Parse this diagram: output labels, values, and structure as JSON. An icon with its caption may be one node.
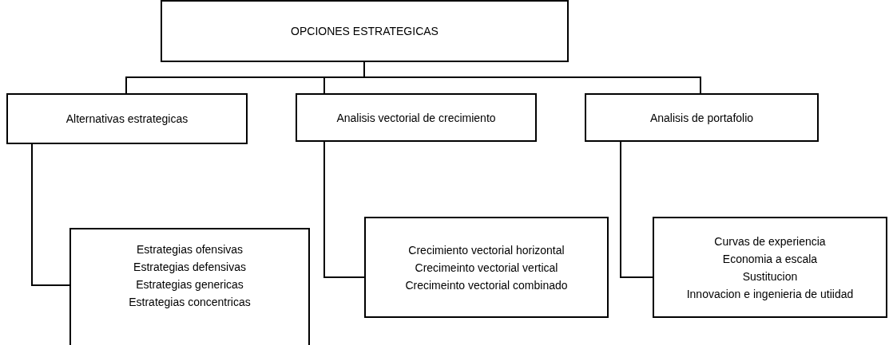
{
  "diagram": {
    "nodes": [
      {
        "text": [
          "OPCIONES ESTRATEGICAS"
        ]
      },
      {
        "text": [
          "Alternativas estrategicas"
        ]
      },
      {
        "text": [
          "Analisis vectorial de crecimiento"
        ]
      },
      {
        "text": [
          "Analisis de portafolio"
        ]
      },
      {
        "text": [
          "Estrategias ofensivas",
          "Estrategias defensivas",
          "Estrategias genericas",
          "Estrategias concentricas"
        ]
      },
      {
        "text": [
          "Crecimiento vectorial horizontal",
          "Crecimeinto vectorial vertical",
          "Crecimeinto vectorial combinado"
        ]
      },
      {
        "text": [
          "Curvas de experiencia",
          "Economia a escala",
          "Sustitucion",
          "Innovacion e ingenieria de utiidad"
        ]
      }
    ],
    "edges": [
      {
        "from": 0,
        "to": 1,
        "arrow": "none"
      },
      {
        "from": 0,
        "to": 2,
        "arrow": "none"
      },
      {
        "from": 0,
        "to": 3,
        "arrow": "none"
      },
      {
        "from": 1,
        "to": 4,
        "arrow": "none"
      },
      {
        "from": 2,
        "to": 5,
        "arrow": "none"
      },
      {
        "from": 3,
        "to": 6,
        "arrow": "none"
      }
    ]
  }
}
